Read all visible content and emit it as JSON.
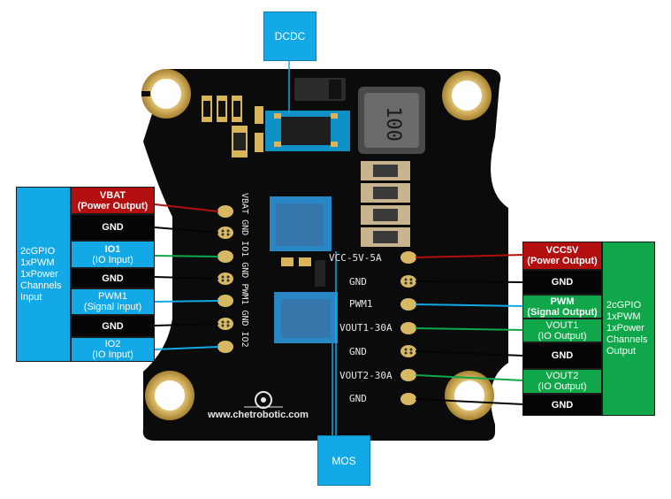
{
  "callouts": {
    "dcdc": "DCDC",
    "mos": "MOS"
  },
  "left_group": {
    "lines": [
      "2cGPIO",
      "1xPWM",
      "1xPower",
      "Channels",
      "Input"
    ],
    "pins": [
      {
        "line1": "VBAT",
        "line2": "(Power Output)",
        "color": "red"
      },
      {
        "line1": "GND",
        "line2": "",
        "color": "black"
      },
      {
        "line1": "IO1",
        "line2": "(IO Input)",
        "color": "blue"
      },
      {
        "line1": "GND",
        "line2": "",
        "color": "black"
      },
      {
        "line1": "PWM1",
        "line2": "(Signal Input)",
        "color": "blue"
      },
      {
        "line1": "GND",
        "line2": "",
        "color": "black"
      },
      {
        "line1": "IO2",
        "line2": "(IO Input)",
        "color": "blue"
      }
    ]
  },
  "right_group": {
    "lines": [
      "2cGPIO",
      "1xPWM",
      "1xPower",
      "Channels",
      "Output"
    ],
    "pins": [
      {
        "line1": "VCC5V",
        "line2": "(Power Output)",
        "color": "red"
      },
      {
        "line1": "GND",
        "line2": "",
        "color": "black"
      },
      {
        "line1": "PWM",
        "line2": "(Signal Output)",
        "color": "green"
      },
      {
        "line1": "VOUT1",
        "line2": "(IO Output)",
        "color": "green"
      },
      {
        "line1": "GND",
        "line2": "",
        "color": "black"
      },
      {
        "line1": "VOUT2",
        "line2": "(IO Output)",
        "color": "green"
      },
      {
        "line1": "GND",
        "line2": "",
        "color": "black"
      }
    ]
  },
  "board": {
    "silk_left": "VBAT GND IO1 GND PWM1 GND IO2",
    "silk_right": [
      "VCC-5V-5A",
      "GND",
      "PWM1",
      "VOUT1-30A",
      "GND",
      "VOUT2-30A",
      "GND"
    ],
    "inductor_marking": "100",
    "website": "www.chetrobotic.com"
  },
  "colors": {
    "blue": "#12a9e6",
    "red": "#b40f0f",
    "green": "#10a64a",
    "black": "#050505",
    "board": "#0b0b0b",
    "gold": "#c8a24a"
  }
}
